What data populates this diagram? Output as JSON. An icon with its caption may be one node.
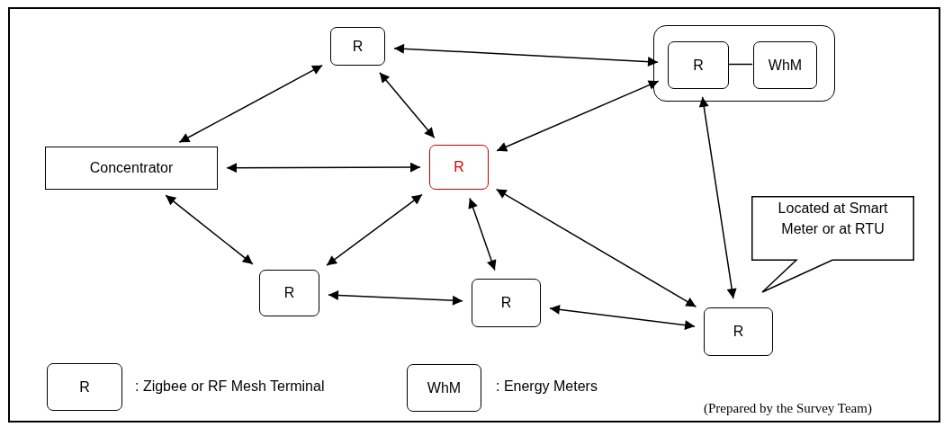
{
  "diagram": {
    "nodes": [
      {
        "text": [
          "Concentrator"
        ]
      },
      {
        "text": [
          "R"
        ]
      },
      {
        "text": [],
        "shape": "box"
      },
      {
        "text": [
          "R"
        ],
        "in": 2
      },
      {
        "text": [
          "WhM"
        ],
        "in": 2
      },
      {
        "text": [
          "R"
        ]
      },
      {
        "text": [
          "R"
        ]
      },
      {
        "text": [
          "R"
        ]
      },
      {
        "text": [
          "R"
        ]
      },
      {
        "text": [
          "Located at Smart Meter or at RTU"
        ]
      },
      {
        "text": [
          "R"
        ]
      },
      {
        "text": [
          "WhM"
        ]
      }
    ],
    "edges": [
      {
        "from": 1,
        "to": 0,
        "arrow": "both"
      },
      {
        "from": 1,
        "to": 3,
        "arrow": "both"
      },
      {
        "from": 1,
        "to": 5,
        "arrow": "both"
      },
      {
        "from": 0,
        "to": 5,
        "arrow": "both"
      },
      {
        "from": 0,
        "to": 6,
        "arrow": "both"
      },
      {
        "from": 5,
        "to": 6,
        "arrow": "both"
      },
      {
        "from": 5,
        "to": 3,
        "arrow": "both"
      },
      {
        "from": 5,
        "to": 7,
        "arrow": "both"
      },
      {
        "from": 5,
        "to": 8,
        "arrow": "both"
      },
      {
        "from": 6,
        "to": 7,
        "arrow": "both"
      },
      {
        "from": 7,
        "to": 8,
        "arrow": "both"
      },
      {
        "from": 3,
        "to": 8,
        "arrow": "both"
      },
      {
        "from": 3,
        "to": 4,
        "arrow": "none"
      }
    ],
    "labels": [
      ": Zigbee or RF Mesh Terminal",
      ": Energy Meters",
      "(Prepared by the Survey Team)"
    ]
  }
}
